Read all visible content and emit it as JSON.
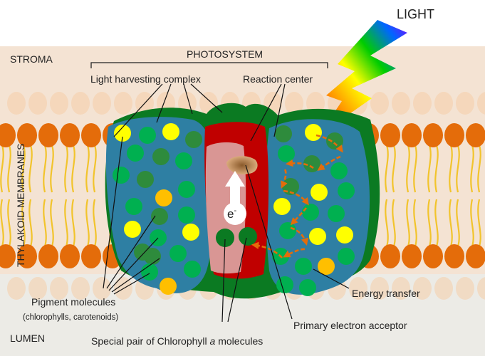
{
  "regions": {
    "stroma": "STROMA",
    "lumen": "LUMEN",
    "membrane": "THYLAKOID MEMBRANES"
  },
  "light": "LIGHT",
  "photosystem": "PHOTOSYSTEM",
  "labels": {
    "light_harvesting": "Light harvesting complex",
    "reaction_center": "Reaction center",
    "pigment_molecules": "Pigment molecules",
    "pigment_examples": "(chlorophylls, carotenoids)",
    "energy_transfer": "Energy transfer",
    "primary_acceptor": "Primary electron acceptor",
    "special_pair_prefix": "Special pair of Chlorophyll ",
    "special_pair_italic": "a",
    "special_pair_suffix": " molecules",
    "electron": "e",
    "electron_sup": "-"
  },
  "colors": {
    "membrane_band": "#f4e3d3",
    "lumen_band": "#ecebe6",
    "lipid_head": "#e46c0a",
    "lipid_tail": "#f2c42c",
    "complex_outer": "#0b7a22",
    "complex_inner": "#2e7fa3",
    "reaction_center": "#c00000",
    "reaction_inner": "#d99694",
    "pigment_yellow": "#ffff00",
    "pigment_orange": "#ffbf00",
    "pigment_green": "#00b050",
    "pigment_dark_green": "#2e8b3c",
    "arrow_orange": "#e46c0a"
  }
}
